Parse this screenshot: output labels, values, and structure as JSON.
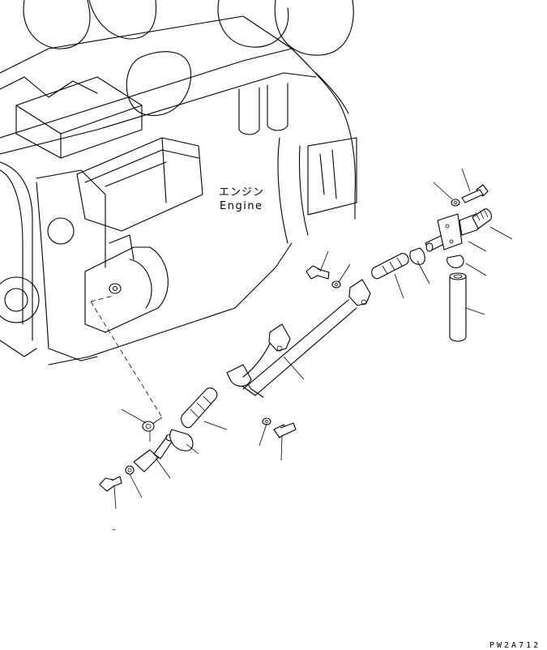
{
  "diagram": {
    "engine_label_jp": "エンジン",
    "engine_label_en": "Engine",
    "drawing_code": "PW2A712",
    "minus_mark": "–"
  },
  "colors": {
    "line": "#000000",
    "background": "#ffffff"
  }
}
